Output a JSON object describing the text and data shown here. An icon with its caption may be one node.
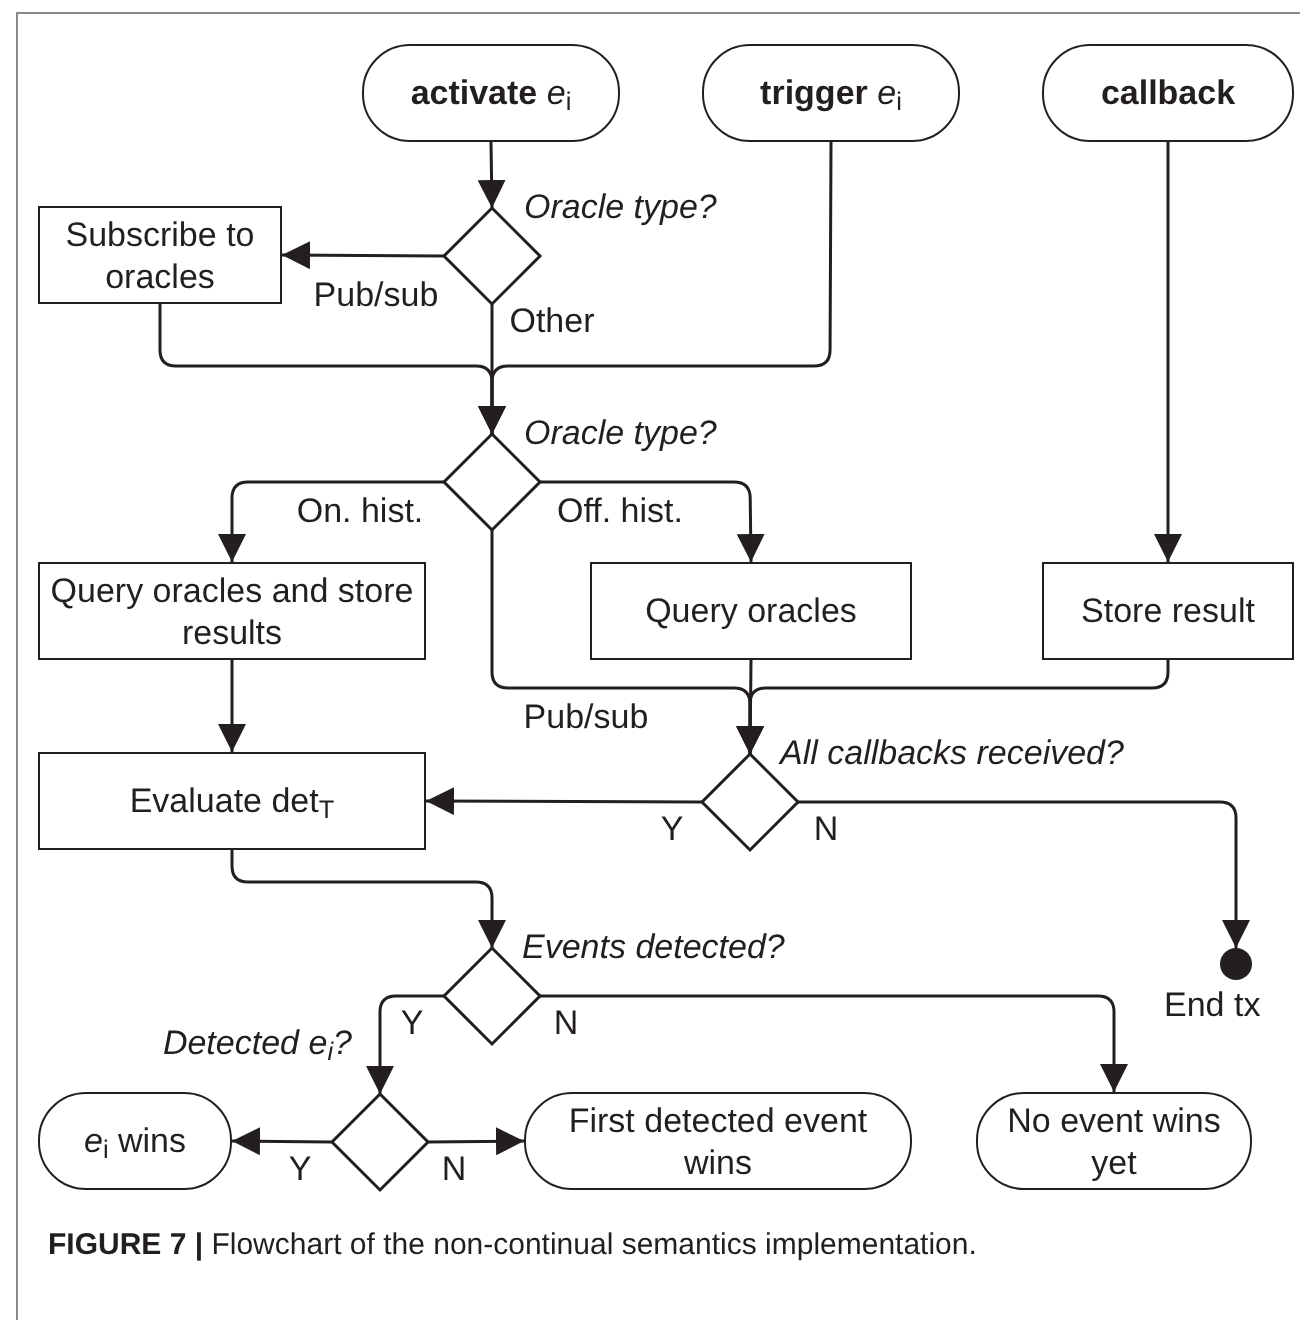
{
  "diagram": {
    "caption": "**FIGURE 7 |** Flowchart of the non-continual semantics implementation.",
    "nodes": [
      {
        "text": [
          "**activate** *e*$_{i}$"
        ]
      },
      {
        "text": [
          "**trigger** *e*$_{i}$"
        ]
      },
      {
        "text": [
          "callback"
        ]
      },
      {
        "text": [],
        "shape": "diamond",
        "beside": [
          "Oracle type?"
        ]
      },
      {
        "text": [
          "Subscribe to oracles"
        ]
      },
      {
        "text": [],
        "shape": "diamond",
        "beside": [
          "Oracle type?"
        ]
      },
      {
        "text": [
          "Query oracles and store results"
        ]
      },
      {
        "text": [
          "Query oracles"
        ]
      },
      {
        "text": [
          "Store result"
        ]
      },
      {
        "text": [],
        "shape": "diamond",
        "beside": [
          "All callbacks received?"
        ]
      },
      {
        "text": [
          "Evaluate det$_{T}$"
        ]
      },
      {
        "text": [],
        "shape": "circle",
        "beside": [
          "End tx"
        ]
      },
      {
        "text": [],
        "shape": "diamond",
        "beside": [
          "Events detected?"
        ]
      },
      {
        "text": [],
        "shape": "diamond",
        "beside": [
          "Detected e$_{i}$?"
        ]
      },
      {
        "text": [
          "*e*$_{i}$ wins"
        ]
      },
      {
        "text": [
          "First detected event wins"
        ]
      },
      {
        "text": [
          "No event wins yet"
        ]
      }
    ],
    "edges": [
      {
        "from": 0,
        "to": 3,
        "arrow": "to"
      },
      {
        "from": 3,
        "to": 4,
        "arrow": "to",
        "label": "Pub/sub"
      },
      {
        "from": 3,
        "to": 5,
        "arrow": "to",
        "label": "Other"
      },
      {
        "from": 4,
        "to": 5,
        "arrow": "to"
      },
      {
        "from": 1,
        "to": 5,
        "arrow": "to"
      },
      {
        "from": 5,
        "to": 6,
        "arrow": "to",
        "label": "On. hist."
      },
      {
        "from": 5,
        "to": 7,
        "arrow": "to",
        "label": "Off. hist."
      },
      {
        "from": 5,
        "to": 9,
        "arrow": "to",
        "label": "Pub/sub"
      },
      {
        "from": 2,
        "to": 8,
        "arrow": "to"
      },
      {
        "from": 7,
        "to": 9,
        "arrow": "to"
      },
      {
        "from": 8,
        "to": 9,
        "arrow": "to"
      },
      {
        "from": 6,
        "to": 10,
        "arrow": "to"
      },
      {
        "from": 9,
        "to": 10,
        "arrow": "to",
        "label": "Y"
      },
      {
        "from": 9,
        "to": 11,
        "arrow": "to",
        "label": "N"
      },
      {
        "from": 10,
        "to": 12,
        "arrow": "to"
      },
      {
        "from": 12,
        "to": 13,
        "arrow": "to",
        "label": "Y"
      },
      {
        "from": 12,
        "to": 16,
        "arrow": "to",
        "label": "N"
      },
      {
        "from": 13,
        "to": 14,
        "arrow": "to",
        "label": "Y"
      },
      {
        "from": 13,
        "to": 15,
        "arrow": "to",
        "label": "N"
      }
    ]
  }
}
